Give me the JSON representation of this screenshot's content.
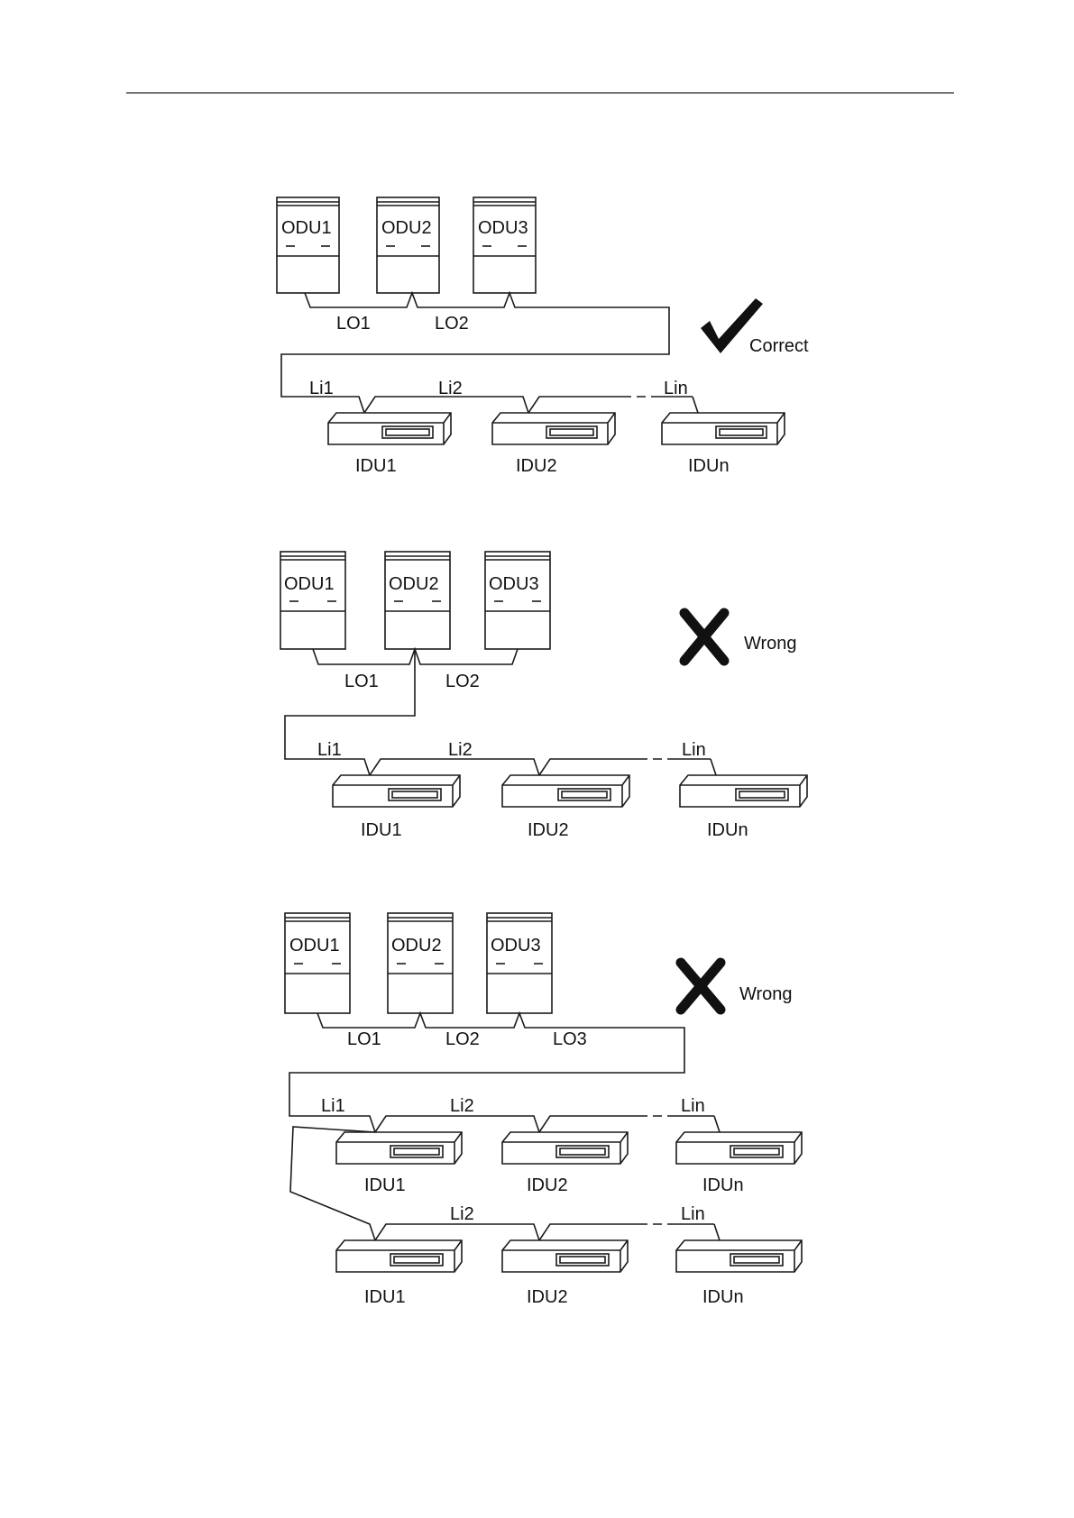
{
  "diagrams": [
    {
      "odus": [
        "ODU1",
        "ODU2",
        "ODU3"
      ],
      "outdoor_links": [
        "LO1",
        "LO2"
      ],
      "indoor_links": [
        "Li1",
        "Li2",
        "Lin"
      ],
      "idus": [
        "IDU1",
        "IDU2",
        "IDUn"
      ],
      "verdict": "Correct",
      "verdict_icon": "check-icon"
    },
    {
      "odus": [
        "ODU1",
        "ODU2",
        "ODU3"
      ],
      "outdoor_links": [
        "LO1",
        "LO2"
      ],
      "indoor_links": [
        "Li1",
        "Li2",
        "Lin"
      ],
      "idus": [
        "IDU1",
        "IDU2",
        "IDUn"
      ],
      "verdict": "Wrong",
      "verdict_icon": "cross-icon"
    },
    {
      "odus": [
        "ODU1",
        "ODU2",
        "ODU3"
      ],
      "outdoor_links": [
        "LO1",
        "LO2",
        "LO3"
      ],
      "indoor_links": [
        "Li1",
        "Li2",
        "Lin"
      ],
      "idus": [
        "IDU1",
        "IDU2",
        "IDUn"
      ],
      "indoor_links_row2": [
        "Li2",
        "Lin"
      ],
      "idus_row2": [
        "IDU1",
        "IDU2",
        "IDUn"
      ],
      "verdict": "Wrong",
      "verdict_icon": "cross-icon"
    }
  ]
}
